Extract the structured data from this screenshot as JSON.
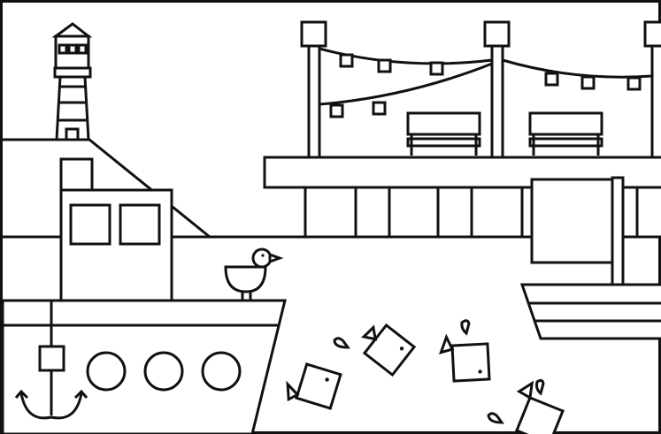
{
  "page": {
    "kind": "coloring-page",
    "theme": "harbor"
  },
  "colors": {
    "line": "#111111",
    "paper": "#ffffff",
    "frame": "#000000",
    "frame_edge": "#5c5a3a"
  },
  "objects": [
    "lighthouse",
    "hill",
    "fishing-boat",
    "cabin",
    "anchor",
    "portholes",
    "seagull",
    "pier",
    "lamp-posts",
    "bunting",
    "benches",
    "sign",
    "rowboat",
    "fish",
    "water-drops"
  ]
}
